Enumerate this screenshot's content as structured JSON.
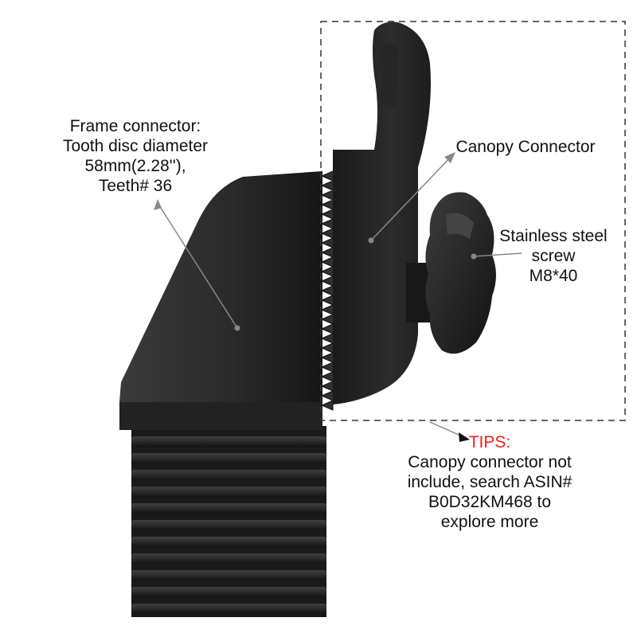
{
  "colors": {
    "background": "#ffffff",
    "part_dark": "#1c1c1c",
    "part_mid": "#2e2e2e",
    "part_highlight": "#4a4a4a",
    "label_text": "#111111",
    "tips_accent": "#ff1a1a",
    "leader_line": "#888888",
    "dashed_box": "#333333"
  },
  "labels": {
    "frame_connector": {
      "lines": [
        "Frame connector:",
        "Tooth disc diameter",
        "58mm(2.28''),",
        "Teeth# 36"
      ]
    },
    "canopy_connector": {
      "lines": [
        "Canopy Connector"
      ]
    },
    "screw": {
      "lines": [
        "Stainless steel",
        "screw",
        "M8*40"
      ]
    },
    "tips": {
      "title": "TIPS:",
      "lines": [
        "Canopy connector not",
        "include, search ASIN#",
        "B0D32KM468 to",
        "explore more"
      ]
    }
  },
  "illustration": {
    "subject": "black-plastic-tooth-disc-connector",
    "parts": [
      "frame-connector",
      "canopy-connector",
      "knob-screw",
      "ribbed-tube-insert"
    ],
    "dashed_box_marks": "canopy-connector-not-included"
  }
}
